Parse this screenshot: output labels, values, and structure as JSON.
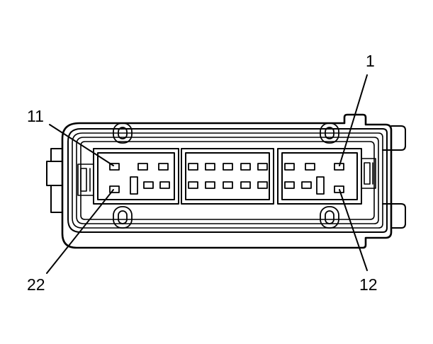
{
  "diagram": {
    "pin_labels": {
      "p1": "1",
      "p11": "11",
      "p12": "12",
      "p22": "22"
    },
    "colors": {
      "stroke": "#000000",
      "background": "#ffffff"
    }
  }
}
